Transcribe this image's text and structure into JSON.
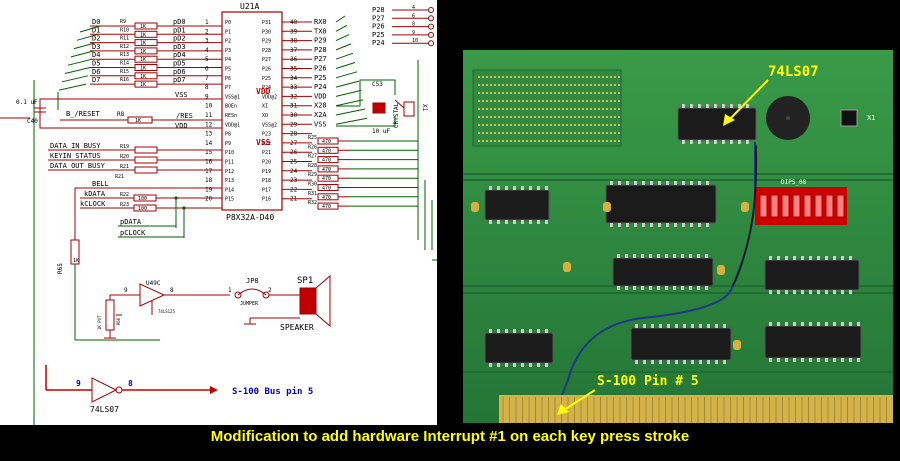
{
  "caption": "Modification to add hardware Interrupt #1 on each key press stroke",
  "schematic": {
    "left_signals": [
      "D0",
      "D1",
      "D2",
      "D3",
      "D4",
      "D5",
      "D6",
      "D7"
    ],
    "resistor_refs": [
      "R9",
      "R10",
      "R11",
      "R12",
      "R13",
      "R14",
      "R15",
      "R16"
    ],
    "resistor_value": "1K",
    "port_nets": [
      "pD0",
      "pD1",
      "pD2",
      "pD3",
      "pD4",
      "pD5",
      "pD6",
      "pD7"
    ],
    "chip_ref": "U21A",
    "chip_part": "P8X32A-D40",
    "chip_left_pins": [
      "1",
      "2",
      "3",
      "4",
      "5",
      "6",
      "7",
      "8",
      "9",
      "10",
      "11",
      "12",
      "13",
      "14",
      "15",
      "16",
      "17",
      "18",
      "19",
      "20"
    ],
    "chip_left_names": [
      "P0",
      "P1",
      "P2",
      "P3",
      "P4",
      "P5",
      "P6",
      "P7",
      "VSS@1",
      "BOEn",
      "RESn",
      "VDD@1",
      "P8",
      "P9",
      "P10",
      "P11",
      "P12",
      "P13",
      "P14",
      "P15"
    ],
    "chip_right_pins": [
      "40",
      "39",
      "38",
      "37",
      "36",
      "35",
      "34",
      "33",
      "32",
      "31",
      "30",
      "29",
      "28",
      "27",
      "26",
      "25",
      "24",
      "23",
      "22",
      "21"
    ],
    "chip_right_names": [
      "P31",
      "P30",
      "P29",
      "P28",
      "P27",
      "P26",
      "P25",
      "P24",
      "VDD@2",
      "XI",
      "XO",
      "VSS@2",
      "P23",
      "P22",
      "P21",
      "P20",
      "P19",
      "P18",
      "P17",
      "P16"
    ],
    "chip_vdd_label": "VDD",
    "chip_vss_label": "VSS",
    "right_nets": [
      "RX0",
      "TX0",
      "P29",
      "P28",
      "P27",
      "P26",
      "P25",
      "P24",
      "VDD",
      "X28",
      "X2A",
      "VSS"
    ],
    "top_right_nets": [
      "P28",
      "P27",
      "P26",
      "P25",
      "P24"
    ],
    "top_right_pins": [
      "4",
      "6",
      "8",
      "9",
      "10"
    ],
    "right_resistor_refs": [
      "R25",
      "R26",
      "R27",
      "R28",
      "R29",
      "R30",
      "R31",
      "R32"
    ],
    "right_resistor_value": "470",
    "cap_left_value": "0.1 uF",
    "cap_left_ref": "C40",
    "vss_net": "VSS",
    "reset_net": "B_/RESET",
    "reset_res_ref": "R8",
    "reset_res_value": "1K",
    "reset_label": "/RES",
    "vdd_net": "VDD",
    "input_nets": [
      "DATA_IN_BUSY",
      "KEYIN_STATUS",
      "DATA_OUT_BUSY"
    ],
    "input_res_refs": [
      "R19",
      "R20",
      "R21"
    ],
    "bell_label": "BELL",
    "kdata_label": "kDATA",
    "kclock_label": "kCLOCK",
    "k_res_refs": [
      "R22",
      "R23"
    ],
    "k_res_value": "100",
    "pdata_label": "pDATA",
    "pclock_label": "pCLOCK",
    "crystal_ref": "C53",
    "crystal_label": "CRYSTAL",
    "crystal_x": "X1",
    "crystal_cap": "10 uF",
    "r65_label": "R65",
    "r65_value": "1K",
    "opamp_ref": "U49C",
    "opamp_pin_in": "9",
    "opamp_pin_out": "8",
    "opamp_part": "74LS125",
    "pot_label": "1K POT",
    "pot_ref": "R66",
    "jumper_ref": "JP8",
    "jumper_label": "JUMPER",
    "jumper_pin1": "1",
    "jumper_pin2": "2",
    "speaker_ref": "SP1",
    "speaker_label": "SPEAKER",
    "inv_pin_in": "9",
    "inv_pin_out": "8",
    "inv_part": "74LS07",
    "bus_label": "S-100 Bus pin 5"
  },
  "photo": {
    "callout_chip": "74LS07",
    "callout_pin": "S-100 Pin # 5",
    "dip_label": "DIPS_08",
    "crystal_label": "X1"
  },
  "colors": {
    "caption": "#ffff00",
    "wire": "#a00000",
    "bus_label": "#0000c0",
    "pcb": "#2e8b3c",
    "gold": "#d4b24a"
  }
}
